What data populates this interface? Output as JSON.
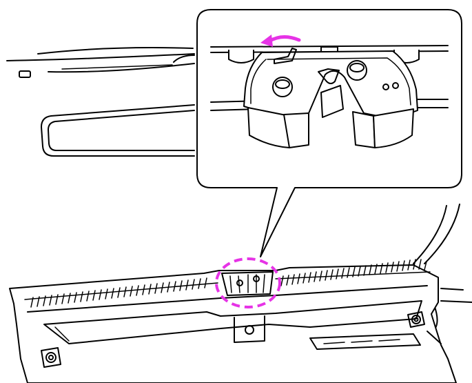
{
  "figure": {
    "subject": "tailgate-lock-assembly",
    "view": "rear-lower-interior",
    "callout": "magnified-lock-detail"
  },
  "colors": {
    "line": "#000000",
    "background": "#ffffff",
    "highlight": "#e633e6"
  },
  "icons": {
    "arrow": "curved-arrow-left",
    "marker": "dashed-ellipse"
  }
}
